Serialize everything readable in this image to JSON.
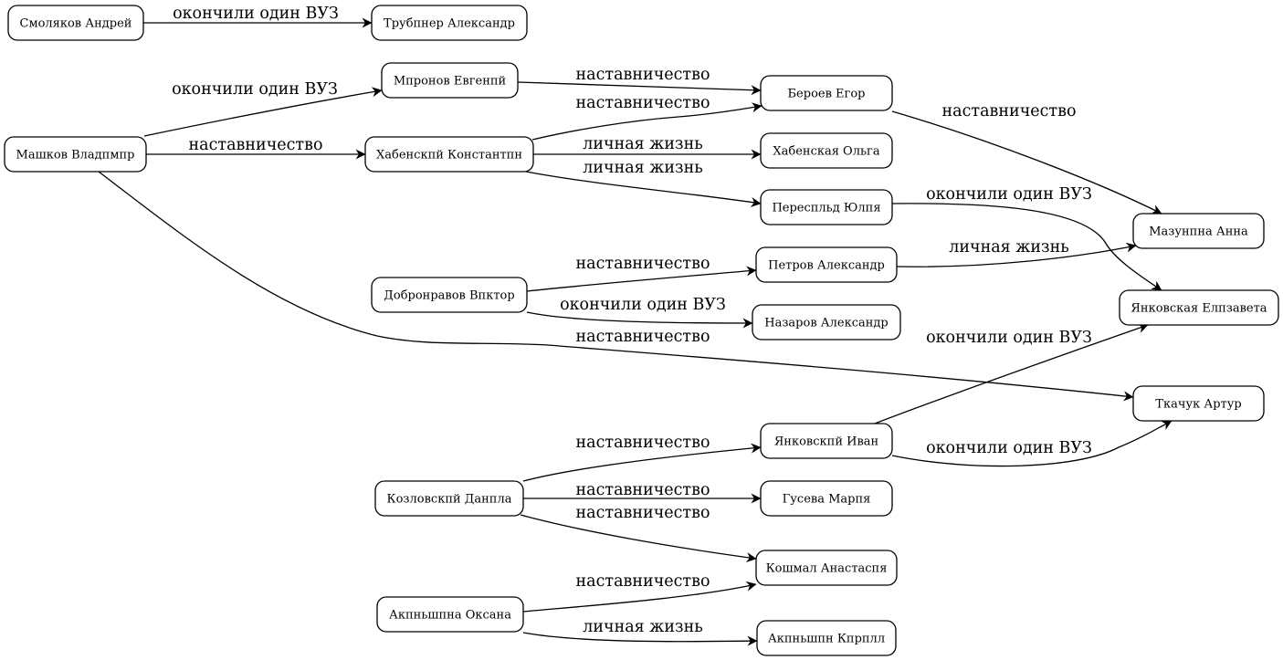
{
  "graph": {
    "nodes": [
      {
        "id": "smolyakov",
        "label": "Смоляков Андрей"
      },
      {
        "id": "trubiner",
        "label": "Трубпнер Александр"
      },
      {
        "id": "mironov",
        "label": "Мпронов Евгенпй"
      },
      {
        "id": "beroev",
        "label": "Бероев Егор"
      },
      {
        "id": "mashkov",
        "label": "Машков Владпмпр"
      },
      {
        "id": "khabenskiy",
        "label": "Хабенскпй Константпн"
      },
      {
        "id": "khabenskaya",
        "label": "Хабенская Ольга"
      },
      {
        "id": "peresild",
        "label": "Переспльд Юлпя"
      },
      {
        "id": "mazunina",
        "label": "Мазунпна Анна"
      },
      {
        "id": "petrov",
        "label": "Петров Александр"
      },
      {
        "id": "dobronravov",
        "label": "Добронравов Впктор"
      },
      {
        "id": "yankovskaya",
        "label": "Янковская Елпзавета"
      },
      {
        "id": "nazarov",
        "label": "Назаров Александр"
      },
      {
        "id": "tkachuk",
        "label": "Ткачук Артур"
      },
      {
        "id": "yankovskiy",
        "label": "Янковскпй Иван"
      },
      {
        "id": "kozlovskiy",
        "label": "Козловскпй Данпла"
      },
      {
        "id": "guseva",
        "label": "Гусева Марпя"
      },
      {
        "id": "koshmal",
        "label": "Кошмал Анастаспя"
      },
      {
        "id": "akinshina",
        "label": "Акпньшпна Оксана"
      },
      {
        "id": "akinshin",
        "label": "Акпньшпн Кпрплл"
      }
    ],
    "edges": [
      {
        "from": "smolyakov",
        "to": "trubiner",
        "label": "окончили один ВУЗ"
      },
      {
        "from": "mashkov",
        "to": "mironov",
        "label": "окончили один ВУЗ"
      },
      {
        "from": "mironov",
        "to": "beroev",
        "label": "наставничество"
      },
      {
        "from": "khabenskiy",
        "to": "beroev",
        "label": "наставничество"
      },
      {
        "from": "beroev",
        "to": "mazunina",
        "label": "наставничество"
      },
      {
        "from": "mashkov",
        "to": "khabenskiy",
        "label": "наставничество"
      },
      {
        "from": "khabenskiy",
        "to": "khabenskaya",
        "label": "личная жизнь"
      },
      {
        "from": "khabenskiy",
        "to": "peresild",
        "label": "личная жизнь"
      },
      {
        "from": "peresild",
        "to": "yankovskaya",
        "label": "окончили один ВУЗ"
      },
      {
        "from": "dobronravov",
        "to": "petrov",
        "label": "наставничество"
      },
      {
        "from": "petrov",
        "to": "mazunina",
        "label": "личная жизнь"
      },
      {
        "from": "dobronravov",
        "to": "nazarov",
        "label": "окончили один ВУЗ"
      },
      {
        "from": "mashkov",
        "to": "tkachuk",
        "label": "наставничество"
      },
      {
        "from": "yankovskiy",
        "to": "yankovskaya",
        "label": "окончили один ВУЗ"
      },
      {
        "from": "kozlovskiy",
        "to": "yankovskiy",
        "label": "наставничество"
      },
      {
        "from": "yankovskiy",
        "to": "tkachuk",
        "label": "окончили один ВУЗ"
      },
      {
        "from": "kozlovskiy",
        "to": "guseva",
        "label": "наставничество"
      },
      {
        "from": "kozlovskiy",
        "to": "koshmal",
        "label": "наставничество"
      },
      {
        "from": "akinshina",
        "to": "koshmal",
        "label": "наставничество"
      },
      {
        "from": "akinshina",
        "to": "akinshin",
        "label": "личная жизнь"
      }
    ]
  }
}
